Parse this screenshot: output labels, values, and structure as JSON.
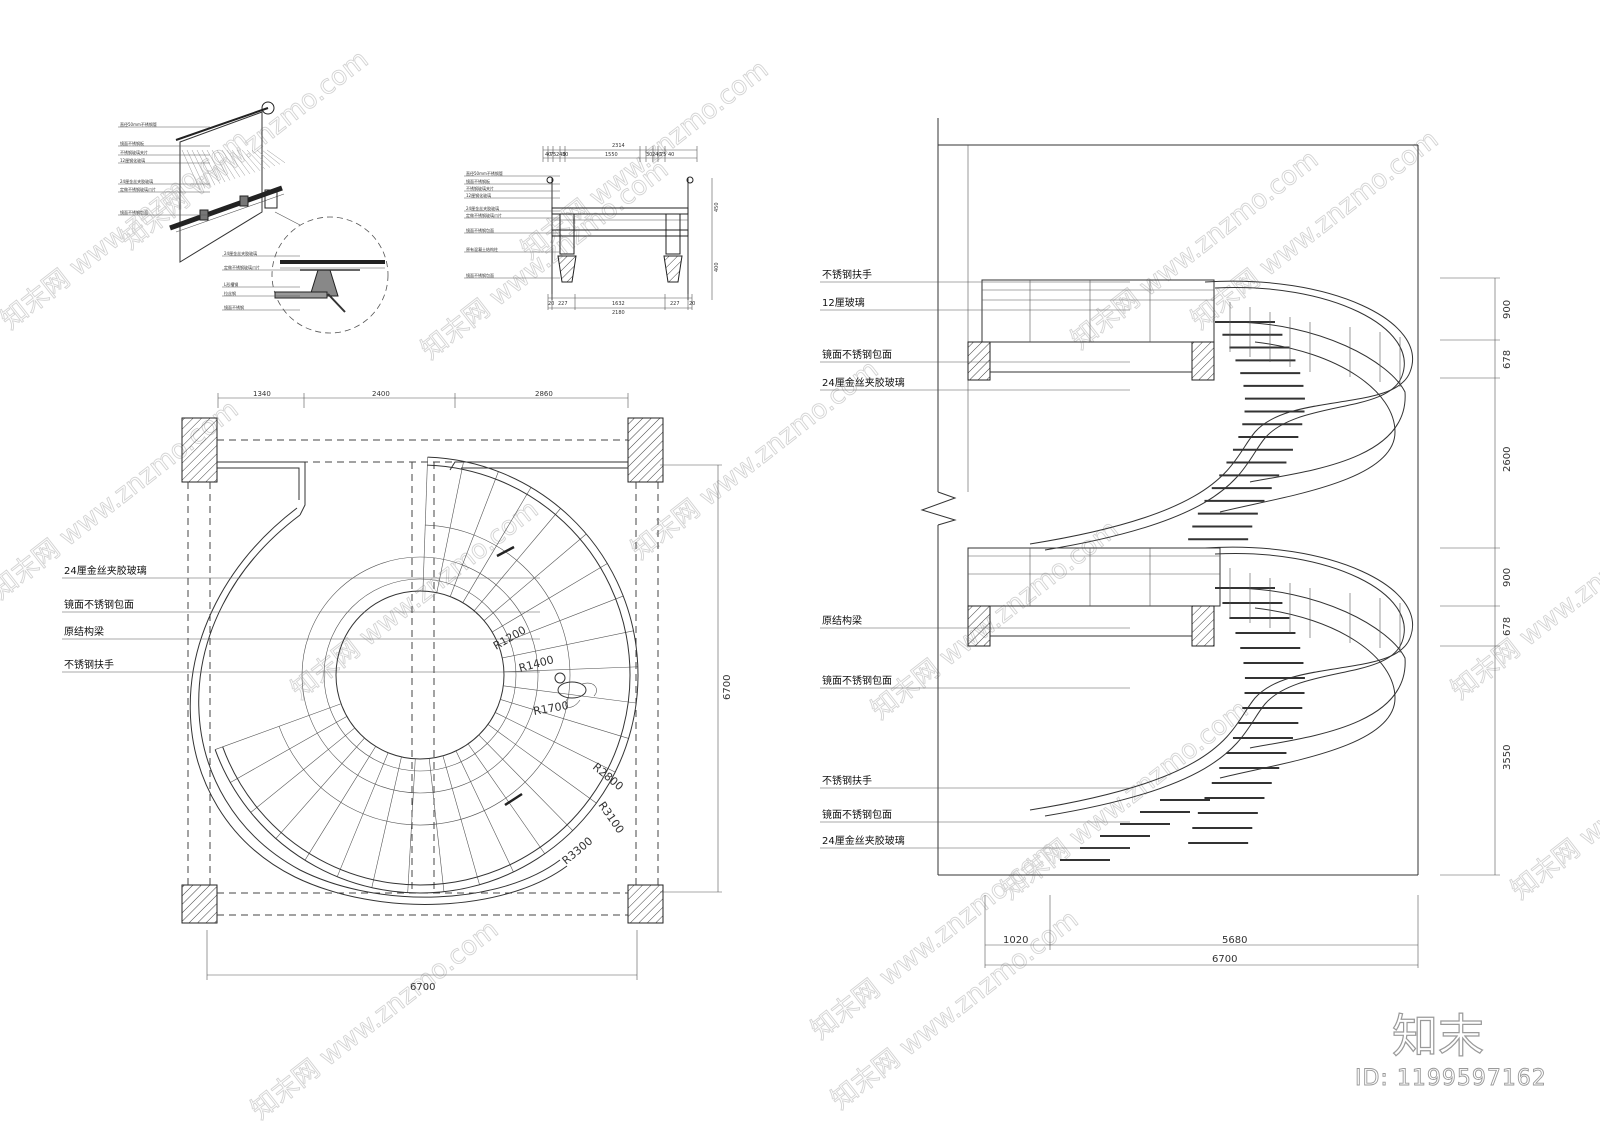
{
  "watermark": {
    "site": "www.znzmo.com",
    "brand": "知末网",
    "logo": "知末",
    "id_label": "ID: 1199597162"
  },
  "plan": {
    "labels": [
      "24厘金丝夹胶玻璃",
      "镜面不锈钢包面",
      "原结构梁",
      "不锈钢扶手"
    ],
    "radii": [
      "R1200",
      "R1400",
      "R1700",
      "R2800",
      "R3100",
      "R3300"
    ],
    "dim_top": [
      "1340",
      "2400",
      "2860"
    ],
    "dim_bottom": "6700",
    "dim_right": "6700"
  },
  "detail_left": {
    "labels": [
      "直径50mm不锈钢管",
      "镜面不锈钢板",
      "不锈钢玻璃夹片",
      "12厘钢化玻璃",
      "24厘金丝夹胶玻璃",
      "定做不锈钢玻璃爪片",
      "镜面不锈钢包面"
    ],
    "circle_labels": [
      "24厘金丝夹胶玻璃",
      "定做不锈钢玻璃爪片",
      "L形槽钢",
      "拉丝钢",
      "镜面不锈钢"
    ]
  },
  "detail_center": {
    "labels": [
      "直径50mm不锈钢管",
      "镜面不锈钢板",
      "不锈钢玻璃夹片",
      "12厘钢化玻璃",
      "24厘金丝夹胶玻璃",
      "定做不锈钢玻璃爪片",
      "镜面不锈钢包面",
      "原有混凝土结构柱",
      "镜面不锈钢包面"
    ],
    "dim_top": "2314",
    "dim_top_parts": [
      "40",
      "75",
      "240",
      "30",
      "1550",
      "30",
      "240",
      "75",
      "40"
    ],
    "dim_bottom": "2180",
    "dim_bottom_parts": [
      "20",
      "227",
      "1632",
      "227",
      "20"
    ],
    "dim_right": [
      "450",
      "400"
    ]
  },
  "elevation": {
    "labels_top": [
      "不锈钢扶手",
      "12厘玻璃",
      "镜面不锈钢包面",
      "24厘金丝夹胶玻璃"
    ],
    "labels_mid": [
      "原结构梁",
      "镜面不锈钢包面"
    ],
    "labels_bottom": [
      "不锈钢扶手",
      "镜面不锈钢包面",
      "24厘金丝夹胶玻璃"
    ],
    "dim_right": [
      "900",
      "678",
      "2600",
      "900",
      "678",
      "3550"
    ],
    "dim_bottom": [
      "1020",
      "5680"
    ],
    "dim_total": "6700"
  }
}
